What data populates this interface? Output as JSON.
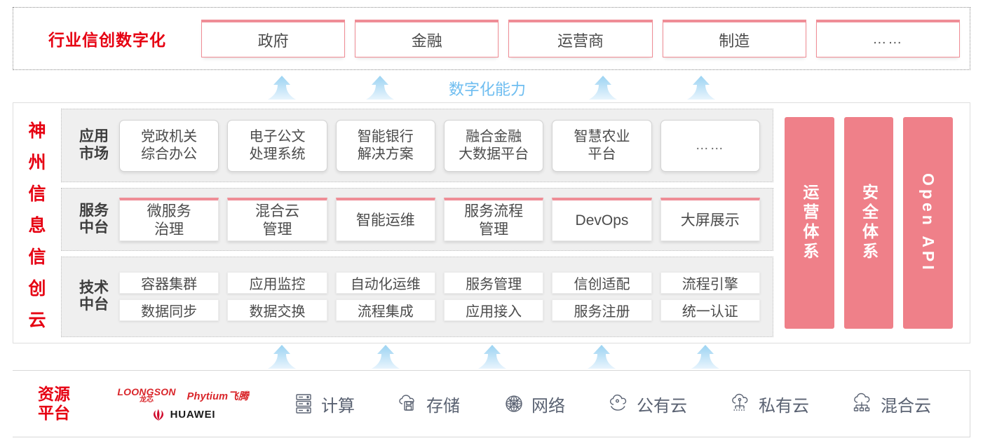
{
  "industry": {
    "title": "行业信创数字化",
    "boxes": [
      {
        "label": "政府",
        "name": "industry-box-government"
      },
      {
        "label": "金融",
        "name": "industry-box-finance"
      },
      {
        "label": "运营商",
        "name": "industry-box-carrier"
      },
      {
        "label": "制造",
        "name": "industry-box-manufacturing"
      },
      {
        "label": "……",
        "name": "industry-box-more"
      }
    ]
  },
  "capability_label": "数字化能力",
  "cloud": {
    "title_chars": [
      "神",
      "州",
      "信",
      "息",
      "信",
      "创",
      "云"
    ],
    "layers": {
      "app": {
        "label_line1": "应用",
        "label_line2": "市场",
        "cells": [
          {
            "line1": "党政机关",
            "line2": "综合办公"
          },
          {
            "line1": "电子公文",
            "line2": "处理系统"
          },
          {
            "line1": "智能银行",
            "line2": "解决方案"
          },
          {
            "line1": "融合金融",
            "line2": "大数据平台"
          },
          {
            "line1": "智慧农业",
            "line2": "平台"
          },
          {
            "line1": "……",
            "line2": ""
          }
        ]
      },
      "service": {
        "label_line1": "服务",
        "label_line2": "中台",
        "cells": [
          {
            "line1": "微服务",
            "line2": "治理"
          },
          {
            "line1": "混合云",
            "line2": "管理"
          },
          {
            "line1": "智能运维",
            "line2": ""
          },
          {
            "line1": "服务流程",
            "line2": "管理"
          },
          {
            "line1": "DevOps",
            "line2": ""
          },
          {
            "line1": "大屏展示",
            "line2": ""
          }
        ]
      },
      "tech": {
        "label_line1": "技术",
        "label_line2": "中台",
        "row1": [
          "容器集群",
          "应用监控",
          "自动化运维",
          "服务管理",
          "信创适配",
          "流程引擎"
        ],
        "row2": [
          "数据同步",
          "数据交换",
          "流程集成",
          "应用接入",
          "服务注册",
          "统一认证"
        ]
      }
    },
    "pillars": [
      {
        "label": "运营体系",
        "latin": false
      },
      {
        "label": "安全体系",
        "latin": false
      },
      {
        "label": "Open API",
        "latin": true
      }
    ]
  },
  "resource": {
    "title_line1": "资源",
    "title_line2": "平台",
    "vendors": [
      {
        "name": "loongson",
        "en": "LOONGSON",
        "cn": "龙芯"
      },
      {
        "name": "phytium",
        "en": "Phytium飞腾"
      },
      {
        "name": "huawei",
        "en": "HUAWEI"
      }
    ],
    "items": [
      {
        "label": "计算",
        "icon": "server-icon"
      },
      {
        "label": "存储",
        "icon": "cloud-storage-icon"
      },
      {
        "label": "网络",
        "icon": "network-icon"
      },
      {
        "label": "公有云",
        "icon": "public-cloud-icon"
      },
      {
        "label": "私有云",
        "icon": "private-cloud-icon"
      },
      {
        "label": "混合云",
        "icon": "hybrid-cloud-icon"
      }
    ]
  },
  "colors": {
    "brand_red": "#e60012",
    "accent_pink": "#ef8d96",
    "pillar_pink": "#ef8089",
    "arrow_blue": "#9bd3f2",
    "capability_blue": "#6ebdf0",
    "band_gray": "#efefef"
  }
}
